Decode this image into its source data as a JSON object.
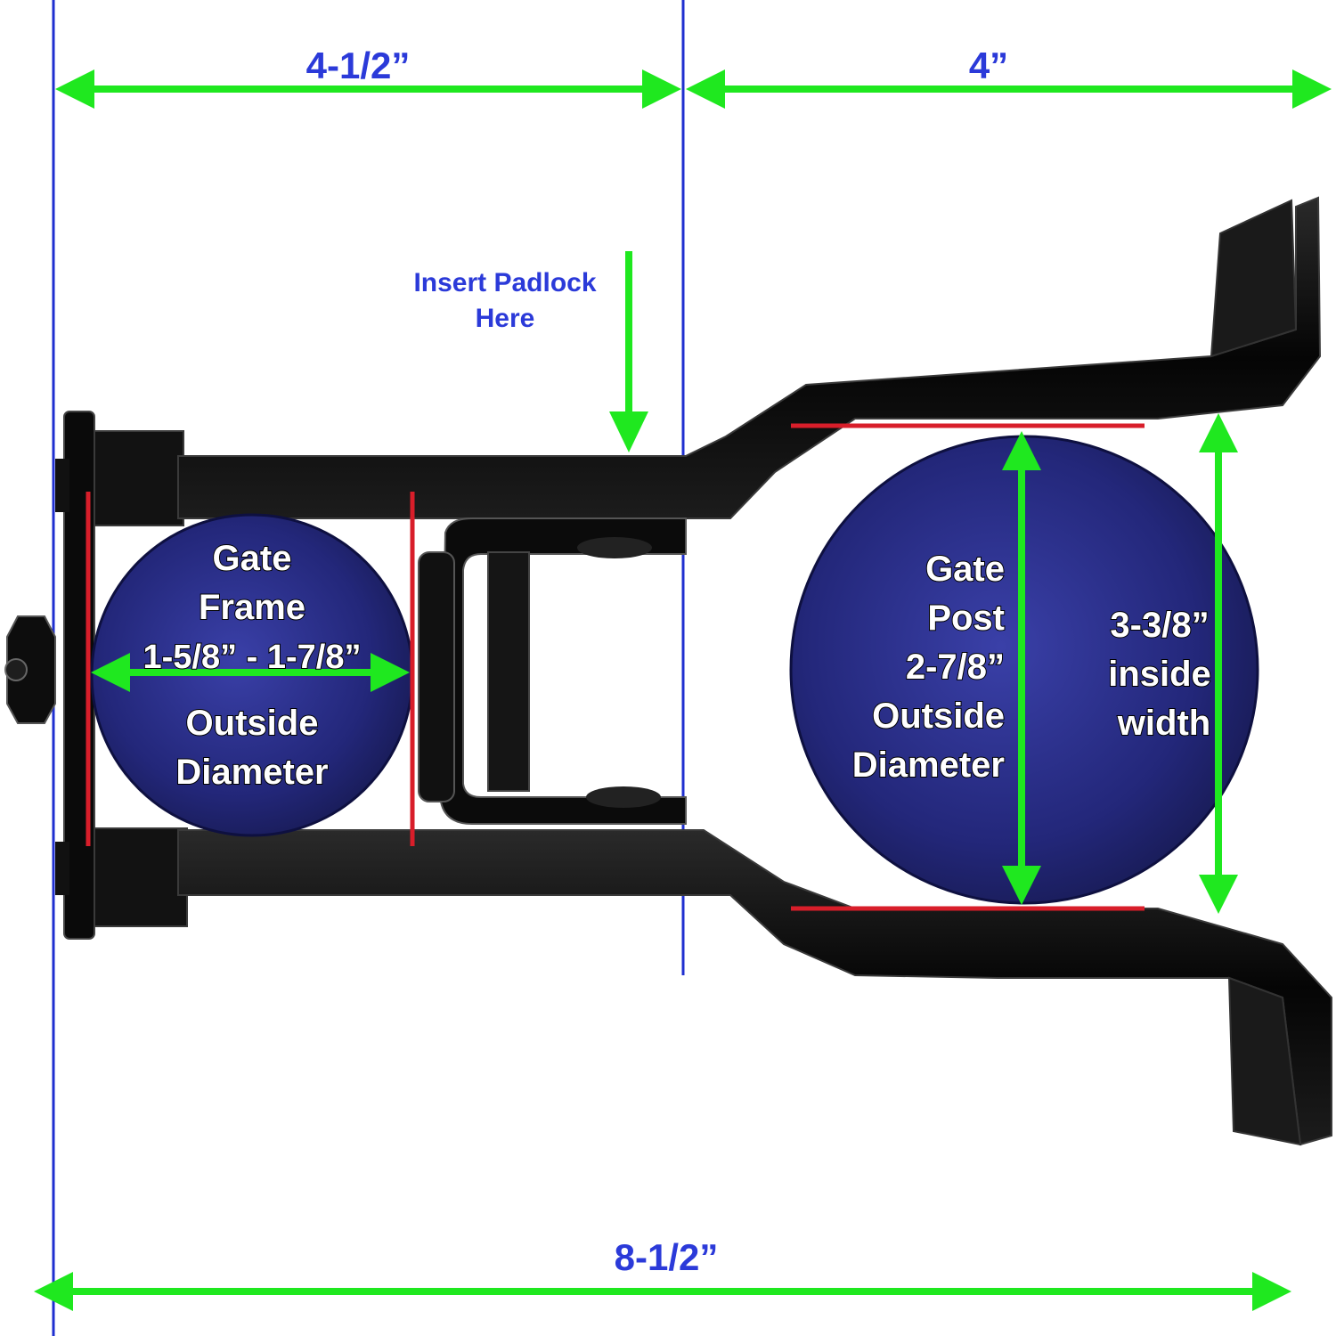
{
  "colors": {
    "blue_text": "#2b3ad9",
    "guide_line": "#1f2fd0",
    "arrow": "#1fe81f",
    "red_mark": "#d81e2a",
    "metal": "#0b0b0b",
    "disc": "#2a2f8c"
  },
  "dimensions": {
    "left_width": "4-1/2”",
    "right_width": "4”",
    "overall_width": "8-1/2”"
  },
  "padlock_note": {
    "line1": "Insert Padlock",
    "line2": "Here"
  },
  "gate_frame": {
    "lines": [
      "Gate",
      "Frame",
      "1-5/8” - 1-7/8”",
      "Outside",
      "Diameter"
    ]
  },
  "gate_post": {
    "lines": [
      "Gate",
      "Post",
      "2-7/8”",
      "Outside",
      "Diameter"
    ]
  },
  "inside_width": {
    "lines": [
      "3-3/8”",
      "inside",
      "width"
    ]
  }
}
